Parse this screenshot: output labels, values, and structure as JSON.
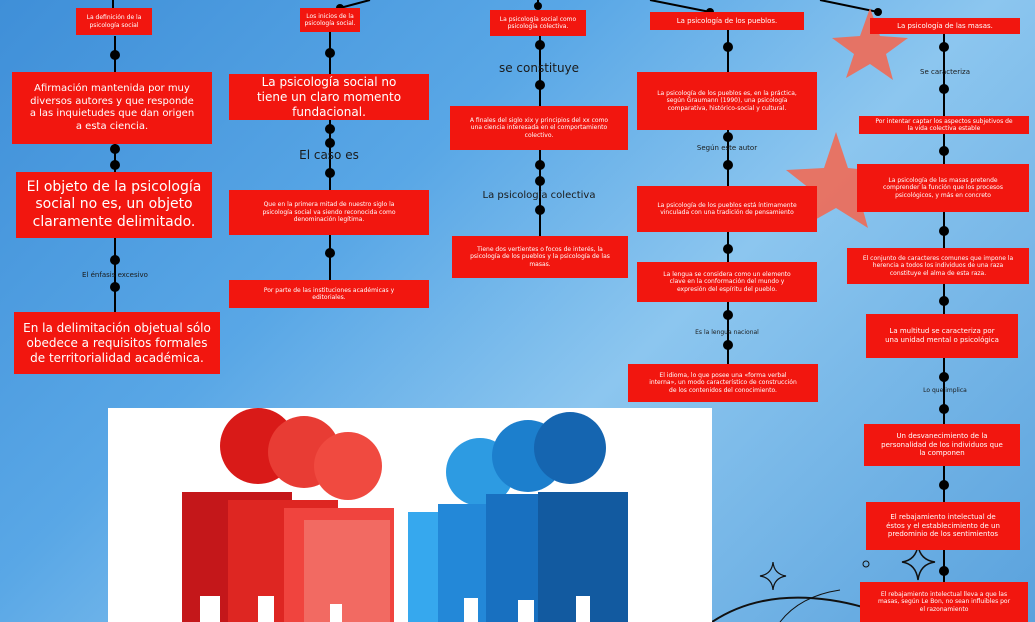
{
  "colors": {
    "box": "#f2160f",
    "line": "#000000",
    "background": "#59a7e6",
    "people_red": "#e0201a",
    "people_blue": "#1e88d8"
  },
  "col1": {
    "header": "La definición de la psicología social",
    "a": "Afirmación mantenida por muy diversos autores y que responde a las inquietudes que dan origen a esta ciencia.",
    "b": "El objeto de la psicología social no es, un objeto claramente delimitado.",
    "label": "El énfasis excesivo",
    "c": "En la delimitación objetual sólo obedece a requisitos formales de territorialidad académica."
  },
  "col2": {
    "header": "Los inicios de la psicología social.",
    "a": "La psicología social no tiene un claro momento fundacional.",
    "label": "El caso es",
    "b": "Que en la primera mitad de nuestro siglo la psicología social va siendo reconocida como denominación legítima.",
    "c": "Por parte de las instituciones académicas y editoriales."
  },
  "col3": {
    "header": "La psicología social como psicología colectiva.",
    "label1": "se constituye",
    "a": "A finales del siglo xix y principios del xx como una ciencia interesada en el comportamiento colectivo.",
    "label2": "La psicología colectiva",
    "b": "Tiene dos vertientes o focos de interés, la psicología de los pueblos y la psicología de las masas."
  },
  "col4": {
    "header": "La psicología de los pueblos.",
    "a": "La psicología de los pueblos es, en la práctica, según Graumann (1990), una psicología comparativa, histórico-social y cultural.",
    "label1": "Según este autor",
    "b": "La psicología de los pueblos está íntimamente vinculada con una tradición de pensamiento",
    "c": "La lengua se considera como un elemento clave en la conformación del mundo y expresión del espíritu del pueblo.",
    "label2": "Es la lengua nacional",
    "d": "El idioma, lo que posee una «forma verbal interna», un modo característico de construcción de los contenidos del conocimiento."
  },
  "col5": {
    "header": "La psicología de las masas.",
    "label1": "Se caracteriza",
    "a": "Por intentar captar los aspectos subjetivos de la vida colectiva estable",
    "b": "La psicología de las masas pretende comprender la función que los procesos psicológicos, y más en concreto",
    "c": "El conjunto de caracteres comunes que impone la herencia a todos los individuos de una raza constituye el alma de esta raza.",
    "d": "La multitud se caracteriza por una unidad mental o psicológica",
    "label2": "Lo que implica",
    "e": "Un desvanecimiento de la personalidad de los individuos que la componen",
    "f": "El rebajamiento intelectual de éstos y el establecimiento de un predominio de los sentimientos",
    "g": "El rebajamiento intelectual lleva a que las masas, según Le Bon, no sean influibles por el razonamiento"
  }
}
